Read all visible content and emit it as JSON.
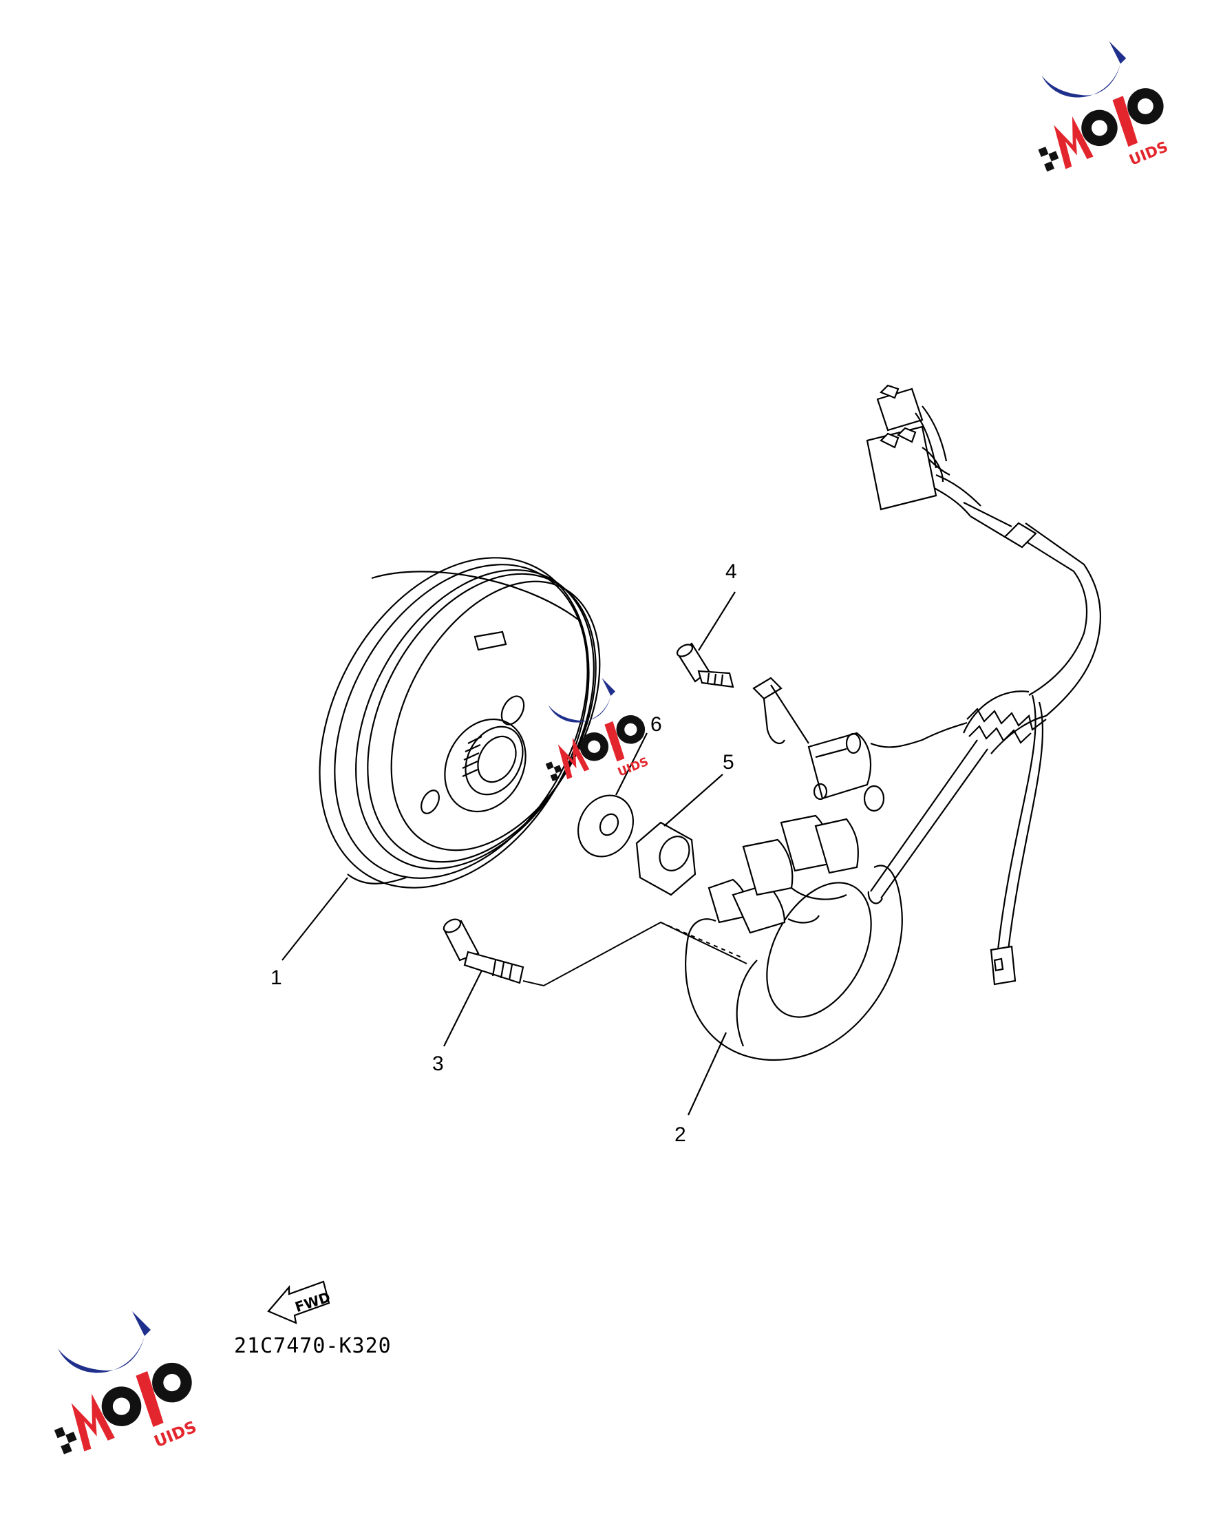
{
  "diagram": {
    "callouts": [
      {
        "id": "1",
        "label": "1"
      },
      {
        "id": "2",
        "label": "2"
      },
      {
        "id": "3",
        "label": "3"
      },
      {
        "id": "4",
        "label": "4"
      },
      {
        "id": "5",
        "label": "5"
      },
      {
        "id": "6",
        "label": "6"
      }
    ],
    "fwd_label": "FWD",
    "part_number": "21C7470-K320"
  },
  "watermark": {
    "brand": "MOTO GUIDS",
    "suffix": "UIDS",
    "colors": {
      "blue": "#1f2f8c",
      "red": "#e3262d",
      "black": "#111111"
    }
  }
}
